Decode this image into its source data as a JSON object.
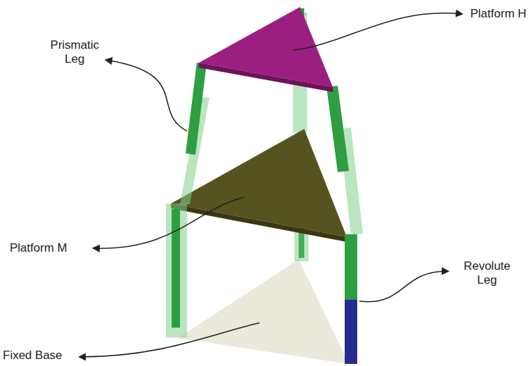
{
  "diagram": {
    "labels": [
      "Platform H",
      "Prismatic Leg",
      "Platform M",
      "Revolute Leg",
      "Fixed Base"
    ]
  }
}
